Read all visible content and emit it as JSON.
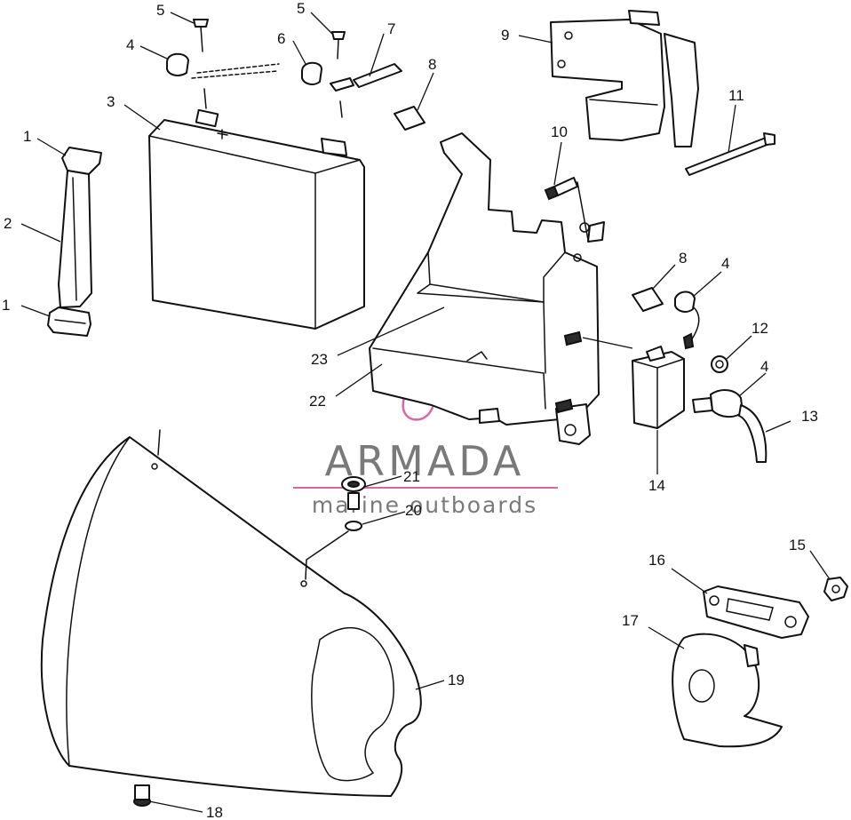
{
  "watermark": {
    "brand": "ARMADA",
    "tagline": "marine outboards",
    "accent_color": "#d46aa5",
    "text_color": "#7a7a7a"
  },
  "callouts": {
    "c1a": "1",
    "c1b": "1",
    "c2": "2",
    "c3": "3",
    "c4a": "4",
    "c4b": "4",
    "c4c": "4",
    "c5a": "5",
    "c5b": "5",
    "c6": "6",
    "c7": "7",
    "c8a": "8",
    "c8b": "8",
    "c9": "9",
    "c10": "10",
    "c11": "11",
    "c12": "12",
    "c13": "13",
    "c14": "14",
    "c15": "15",
    "c16": "16",
    "c17": "17",
    "c18": "18",
    "c19": "19",
    "c20": "20",
    "c21": "21",
    "c22": "22",
    "c23": "23"
  }
}
